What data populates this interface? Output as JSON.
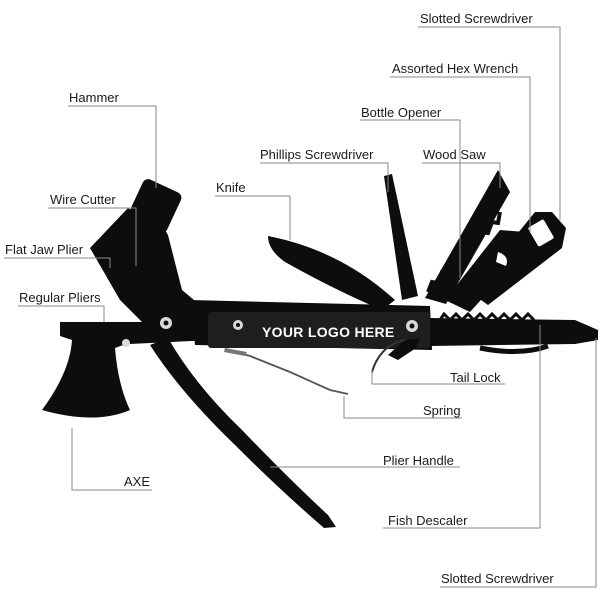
{
  "diagram": {
    "logo_text": "YOUR LOGO HERE",
    "tool_color": "#0d0d0d",
    "line_color": "#8a8a8a",
    "labels": {
      "slotted_screwdriver_top": "Slotted Screwdriver",
      "assorted_hex_wrench": "Assorted Hex Wrench",
      "bottle_opener": "Bottle Opener",
      "phillips_screwdriver": "Phillips Screwdriver",
      "wood_saw": "Wood Saw",
      "hammer": "Hammer",
      "knife": "Knife",
      "wire_cutter": "Wire Cutter",
      "flat_jaw_plier": "Flat Jaw Plier",
      "regular_pliers": "Regular Pliers",
      "tail_lock": "Tail Lock",
      "spring": "Spring",
      "plier_handle": "Plier Handle",
      "axe": "AXE",
      "fish_descaler": "Fish Descaler",
      "slotted_screwdriver_bottom": "Slotted Screwdriver"
    }
  }
}
